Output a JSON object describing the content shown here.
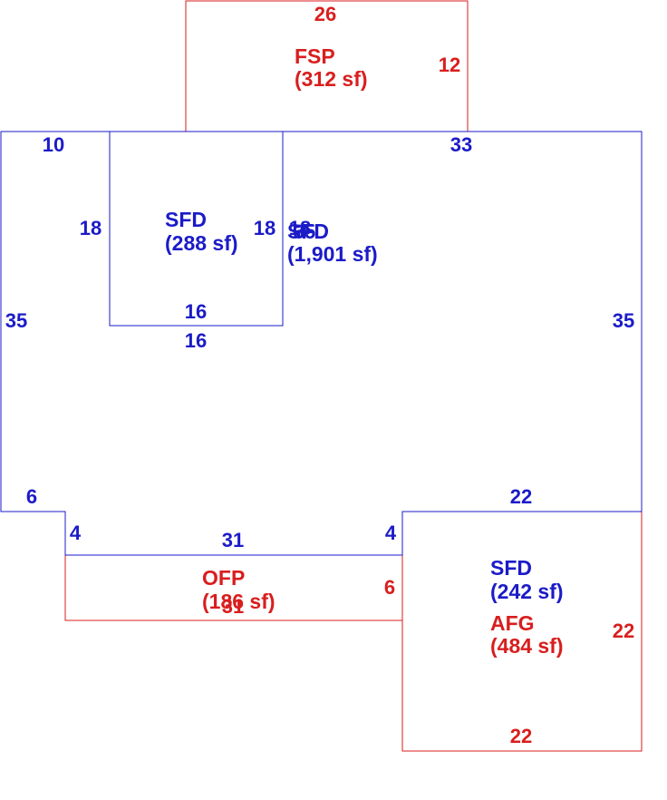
{
  "colors": {
    "sfd": "#1b1bc8",
    "other": "#d91e1e"
  },
  "areas": {
    "fsp": {
      "code": "FSP",
      "area": "(312 sf)"
    },
    "sfd_upper": {
      "code": "SFD",
      "area": "(288 sf)"
    },
    "sfd_main": {
      "code": "SFD",
      "area": "(1,901 sf)"
    },
    "ofp": {
      "code": "OFP",
      "area": "(186 sf)"
    },
    "sfd_garage": {
      "code": "SFD",
      "area": "(242 sf)"
    },
    "afg": {
      "code": "AFG",
      "area": "(484 sf)"
    }
  },
  "dimensions": {
    "fsp_top": "26",
    "fsp_right": "12",
    "main_top_left": "10",
    "main_top_right": "33",
    "upper_left": "18",
    "upper_right": "18",
    "upper_right_main": "18",
    "upper_bottom_inner": "16",
    "upper_bottom_outer": "16",
    "main_left": "35",
    "main_right": "35",
    "main_center": "35",
    "bottom_left_step": "6",
    "bottom_left_drop": "4",
    "bottom_mid": "31",
    "bottom_right_drop": "4",
    "garage_top": "22",
    "ofp_right": "6",
    "ofp_bottom": "31",
    "afg_right": "22",
    "afg_bottom": "22"
  }
}
